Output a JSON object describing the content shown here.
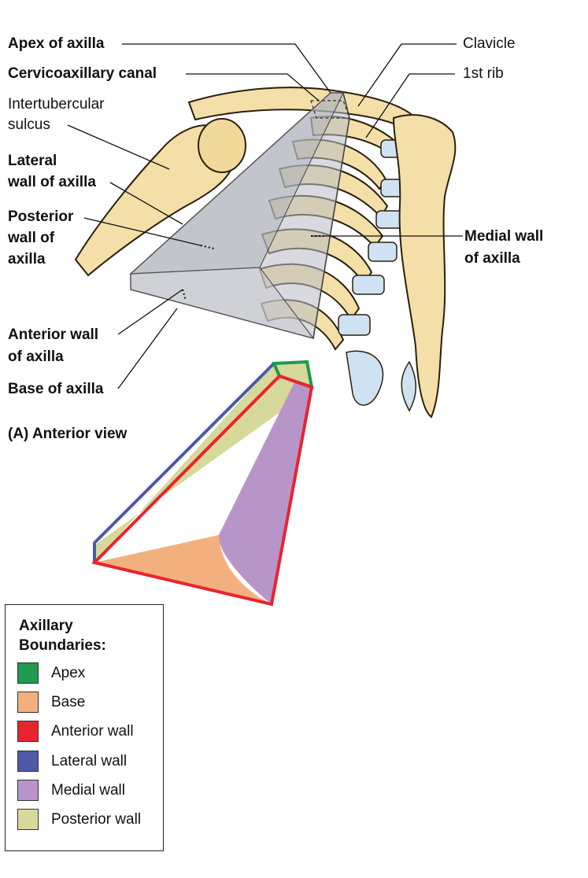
{
  "labels": {
    "apex": "Apex of axilla",
    "cervicoaxillary": "Cervicoaxillary canal",
    "intertubercular_1": "Intertubercular",
    "intertubercular_2": "sulcus",
    "lateral_1": "Lateral",
    "lateral_2": "wall of axilla",
    "posterior_1": "Posterior",
    "posterior_2": "wall of",
    "posterior_3": "axilla",
    "anterior_1": "Anterior wall",
    "anterior_2": "of axilla",
    "base": "Base of axilla",
    "view": "(A) Anterior view",
    "clavicle": "Clavicle",
    "first_rib": "1st rib",
    "medial_1": "Medial wall",
    "medial_2": "of axilla"
  },
  "legend": {
    "title_1": "Axillary",
    "title_2": "Boundaries:",
    "items": [
      {
        "label": "Apex",
        "color": "#1f9a4e"
      },
      {
        "label": "Base",
        "color": "#f3b07f"
      },
      {
        "label": "Anterior wall",
        "color": "#e8242f"
      },
      {
        "label": "Lateral wall",
        "color": "#4e5aa8"
      },
      {
        "label": "Medial wall",
        "color": "#b895c9"
      },
      {
        "label": "Posterior wall",
        "color": "#d6d99a"
      }
    ]
  },
  "colors": {
    "bone": "#f3dfa7",
    "bone_outline": "#2a2010",
    "cartilage": "#cfe2f1",
    "pyramid": "#b8bcc4"
  }
}
